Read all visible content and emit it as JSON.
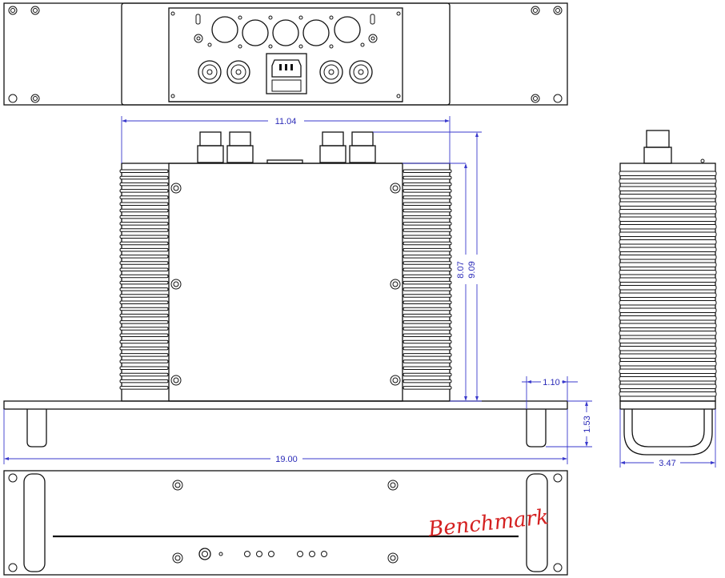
{
  "dimensions": {
    "top_width": "11.04",
    "depth_inner": "8.07",
    "depth_overall": "9.09",
    "rack_ear": "1.10",
    "height": "1.53",
    "overall_width": "19.00",
    "side_width": "3.47"
  },
  "brand": {
    "logo_text": "Benchmark"
  },
  "colors": {
    "dimension": "#2b2bb8",
    "logo": "#d42020",
    "line": "#111111"
  }
}
